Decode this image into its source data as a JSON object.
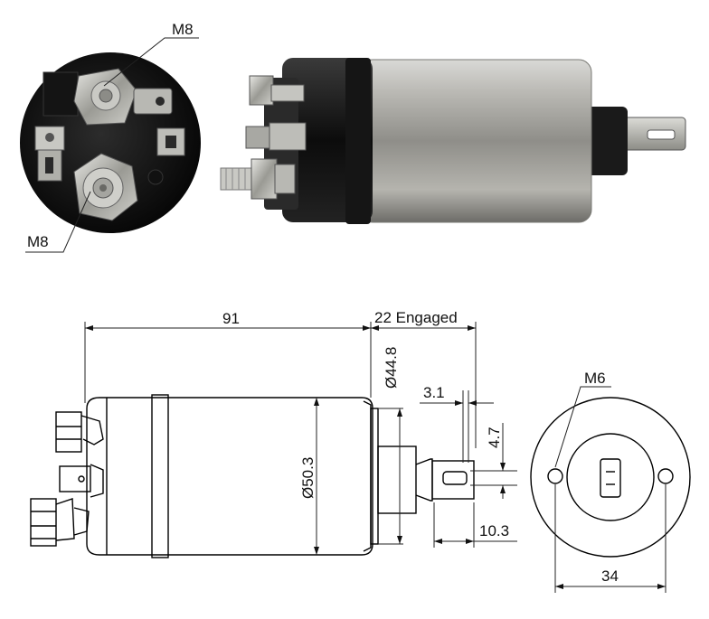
{
  "labels": {
    "thread_top": "M8",
    "thread_bottom": "M8",
    "thread_m6": "M6"
  },
  "dimensions": {
    "length": "91",
    "stroke": "22 Engaged",
    "body_diameter": "Ø50.3",
    "flange_diameter": "Ø44.8",
    "slot_width": "3.1",
    "slot_height": "4.7",
    "tip_length": "10.3",
    "hole_spacing": "34"
  }
}
